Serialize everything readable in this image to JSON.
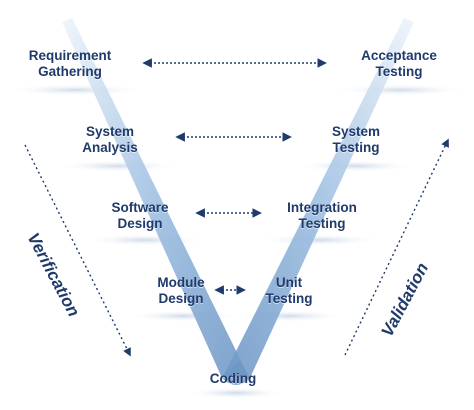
{
  "diagram": {
    "left_stages": [
      {
        "id": "requirement-gathering",
        "lines": [
          "Requirement",
          "Gathering"
        ]
      },
      {
        "id": "system-analysis",
        "lines": [
          "System",
          "Analysis"
        ]
      },
      {
        "id": "software-design",
        "lines": [
          "Software",
          "Design"
        ]
      },
      {
        "id": "module-design",
        "lines": [
          "Module",
          "Design"
        ]
      }
    ],
    "right_stages": [
      {
        "id": "acceptance-testing",
        "lines": [
          "Acceptance",
          "Testing"
        ]
      },
      {
        "id": "system-testing",
        "lines": [
          "System",
          "Testing"
        ]
      },
      {
        "id": "integration-testing",
        "lines": [
          "Integration",
          "Testing"
        ]
      },
      {
        "id": "unit-testing",
        "lines": [
          "Unit",
          "Testing"
        ]
      }
    ],
    "bottom_stage": {
      "id": "coding",
      "lines": [
        "Coding"
      ]
    },
    "verification_label": "Verification",
    "validation_label": "Validation",
    "colors": {
      "text": "#1f3a6b",
      "v_shape": "#8fb3d9",
      "v_shape_light": "#dce8f5",
      "arrow": "#1f3a6b"
    }
  }
}
